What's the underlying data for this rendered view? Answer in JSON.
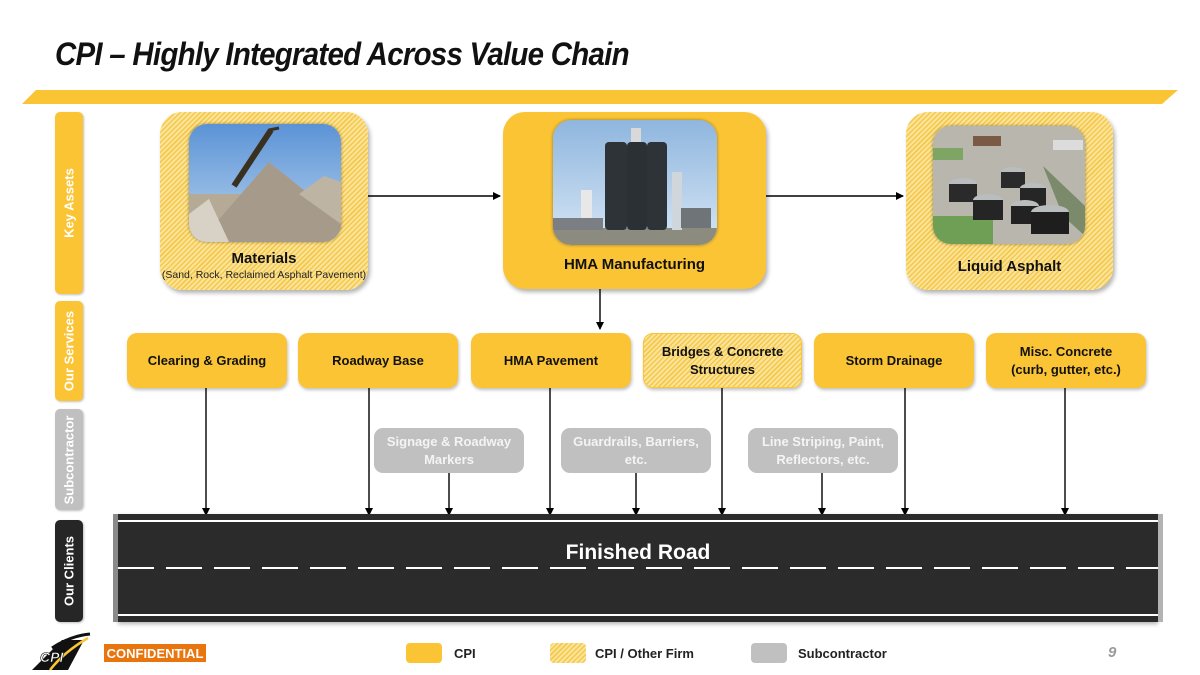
{
  "slide": {
    "title": "CPI – Highly Integrated Across Value Chain",
    "page_number": "9",
    "confidential_label": "CONFIDENTIAL",
    "logo_text": "CPI"
  },
  "row_labels": [
    {
      "label": "Key Assets",
      "type": "cpi"
    },
    {
      "label": "Our Services",
      "type": "cpi"
    },
    {
      "label": "Subcontractor",
      "type": "subcontractor"
    },
    {
      "label": "Our Clients",
      "type": "client"
    }
  ],
  "key_assets": [
    {
      "label": "Materials",
      "sublabel": "(Sand, Rock, Reclaimed Asphalt Pavement)",
      "type": "cpi-other-firm",
      "photo": "aggregate-stockpile-photo"
    },
    {
      "label": "HMA Manufacturing",
      "sublabel": "",
      "type": "cpi",
      "photo": "asphalt-plant-photo"
    },
    {
      "label": "Liquid Asphalt",
      "sublabel": "",
      "type": "cpi-other-firm",
      "photo": "asphalt-terminal-photo"
    }
  ],
  "services": [
    {
      "label": "Clearing & Grading",
      "type": "cpi"
    },
    {
      "label": "Roadway Base",
      "type": "cpi"
    },
    {
      "label": "HMA Pavement",
      "type": "cpi"
    },
    {
      "label": "Bridges & Concrete Structures",
      "type": "cpi-other-firm"
    },
    {
      "label": "Storm Drainage",
      "type": "cpi"
    },
    {
      "label": "Misc. Concrete (curb, gutter, etc.)",
      "type": "cpi"
    }
  ],
  "subcontractors": [
    {
      "label": "Signage & Roadway Markers",
      "type": "subcontractor"
    },
    {
      "label": "Guardrails, Barriers, etc.",
      "type": "subcontractor"
    },
    {
      "label": "Line Striping, Paint, Reflectors, etc.",
      "type": "subcontractor"
    }
  ],
  "client": {
    "label": "Finished Road"
  },
  "legend": [
    {
      "label": "CPI",
      "type": "cpi"
    },
    {
      "label": "CPI / Other Firm",
      "type": "cpi-other-firm"
    },
    {
      "label": "Subcontractor",
      "type": "subcontractor"
    }
  ],
  "colors": {
    "cpi": "#fbc435",
    "cpi_other_firm": "#f4c84b",
    "subcontractor": "#c0c0c0",
    "client": "#262626",
    "confidential": "#e8750e",
    "road": "#2b2b2b"
  }
}
